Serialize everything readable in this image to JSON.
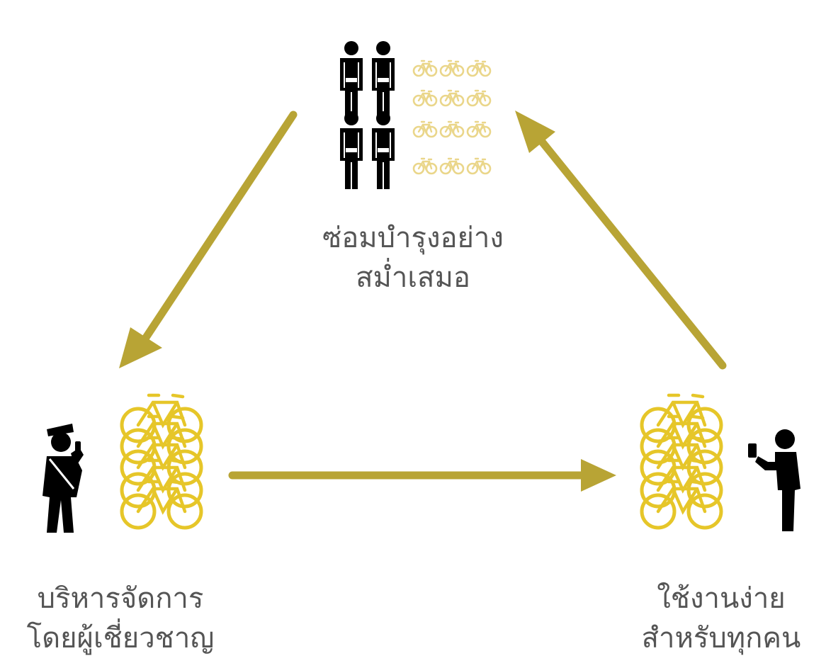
{
  "nodes": {
    "top": {
      "lines": [
        "ซ่อมบำรุงอย่าง",
        "สม่ำเสมอ"
      ],
      "icon": "technicians-with-bicycles"
    },
    "left": {
      "lines": [
        "บริหารจัดการ",
        "โดยผู้เชี่ยวชาญ"
      ],
      "icon": "officer-with-bicycle-stack"
    },
    "right": {
      "lines": [
        "ใช้งานง่าย",
        "สำหรับทุกคน"
      ],
      "icon": "phone-user-with-bicycle-stack"
    }
  },
  "colors": {
    "arrow": "#B8A435",
    "bike": "#E6C629",
    "bike_light": "#EAD68A",
    "figure": "#000000",
    "text": "#555555"
  }
}
